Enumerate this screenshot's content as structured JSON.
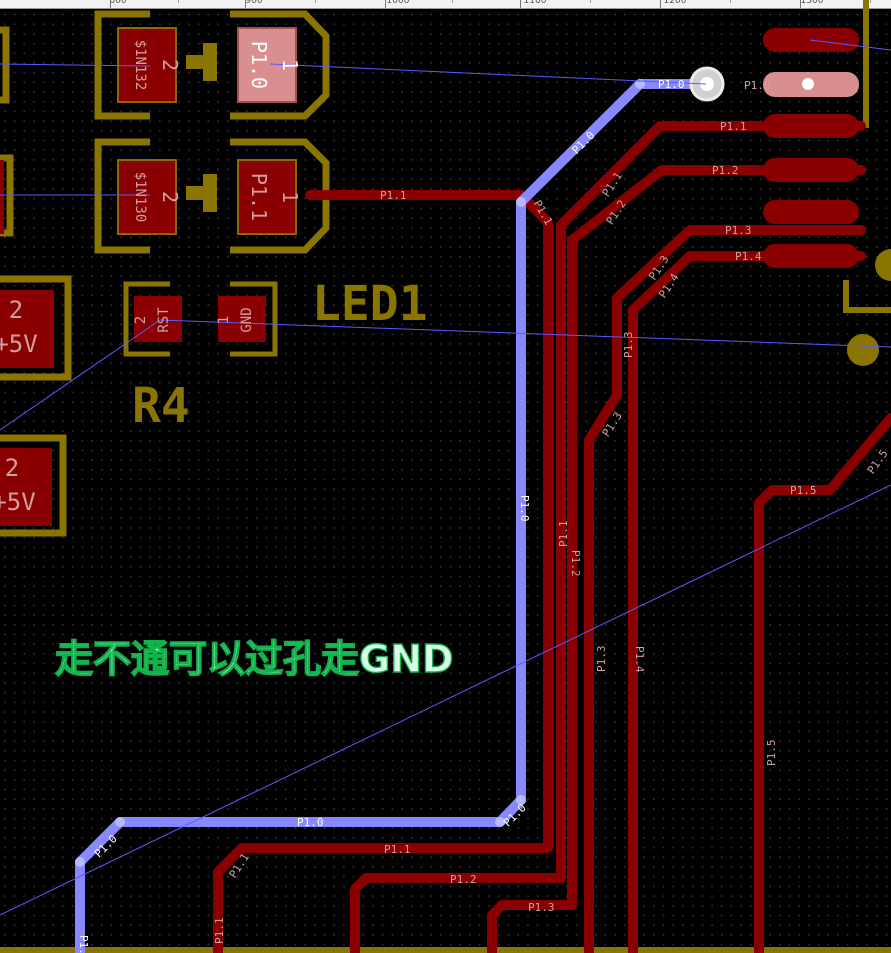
{
  "ruler": {
    "labels": [
      "800",
      "900",
      "1000",
      "1100",
      "1200",
      "1300"
    ]
  },
  "components": {
    "led_1n132": {
      "pin2": "2",
      "pin2_net": "$1N132",
      "pin1": "1",
      "pin1_net": "P1.0"
    },
    "led_1n130": {
      "pin2": "2",
      "pin2_net": "$1N130",
      "pin1": "1",
      "pin1_net": "P1.1"
    },
    "r4": {
      "pin2": "2",
      "pin2_net": "RST",
      "pin1": "1",
      "pin1_net": "GND",
      "refdes": "R4"
    },
    "led1_refdes": "LED1",
    "left_pad_top": {
      "num": "2",
      "net": "+5V"
    },
    "left_pad_bottom": {
      "num": "2",
      "net": "+5V"
    }
  },
  "nets": {
    "p10": "P1.0",
    "p11": "P1.1",
    "p12": "P1.2",
    "p13": "P1.3",
    "p14": "P1.4",
    "p15": "P1.5"
  },
  "annotation": "走不通可以过孔走GND",
  "colors": {
    "front_copper": "#8a0000",
    "selected_track": "#8888ff",
    "silkscreen": "#8a7500",
    "ratsnest": "#5a5aff",
    "pad_net_text": "#cfa0a0",
    "background": "#000000"
  }
}
